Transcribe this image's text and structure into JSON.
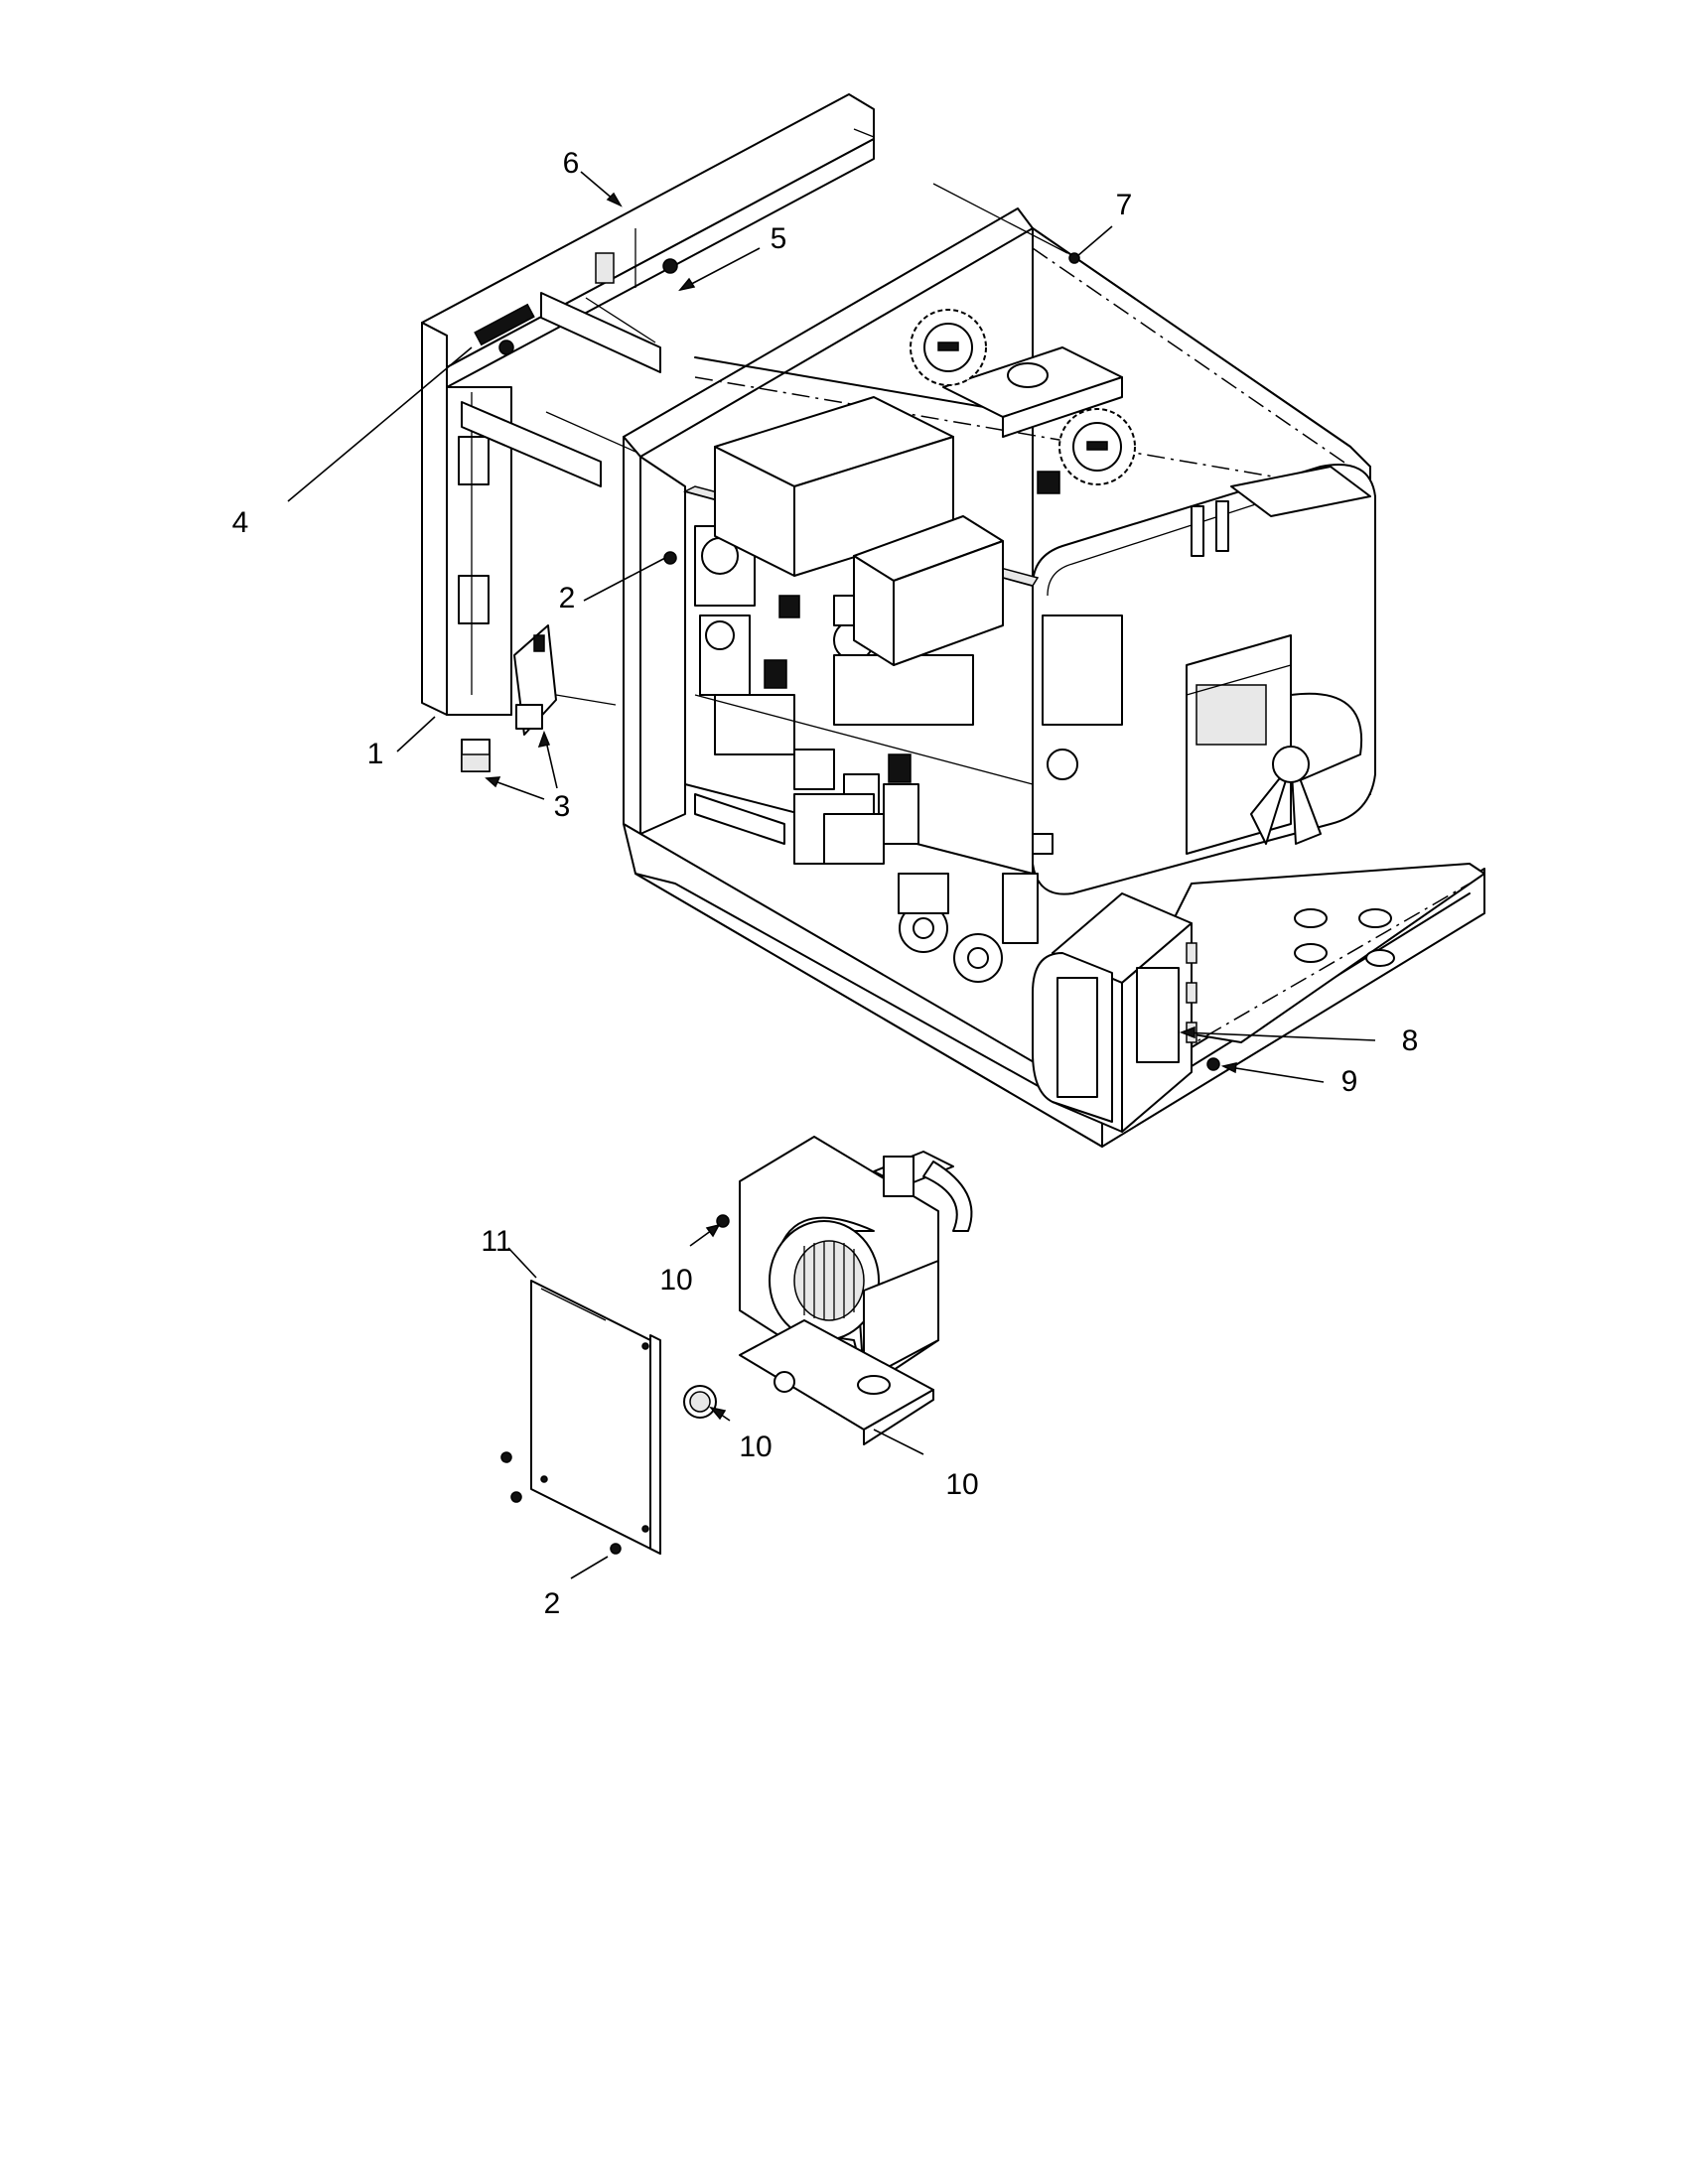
{
  "callouts": [
    {
      "id": "c1",
      "label": "1"
    },
    {
      "id": "c2a",
      "label": "2"
    },
    {
      "id": "c2b",
      "label": "2"
    },
    {
      "id": "c3",
      "label": "3"
    },
    {
      "id": "c4",
      "label": "4"
    },
    {
      "id": "c5",
      "label": "5"
    },
    {
      "id": "c6",
      "label": "6"
    },
    {
      "id": "c7",
      "label": "7"
    },
    {
      "id": "c8",
      "label": "8"
    },
    {
      "id": "c9",
      "label": "9"
    },
    {
      "id": "c10a",
      "label": "10"
    },
    {
      "id": "c10b",
      "label": "10"
    },
    {
      "id": "c10c",
      "label": "10"
    },
    {
      "id": "c11",
      "label": "11"
    }
  ]
}
